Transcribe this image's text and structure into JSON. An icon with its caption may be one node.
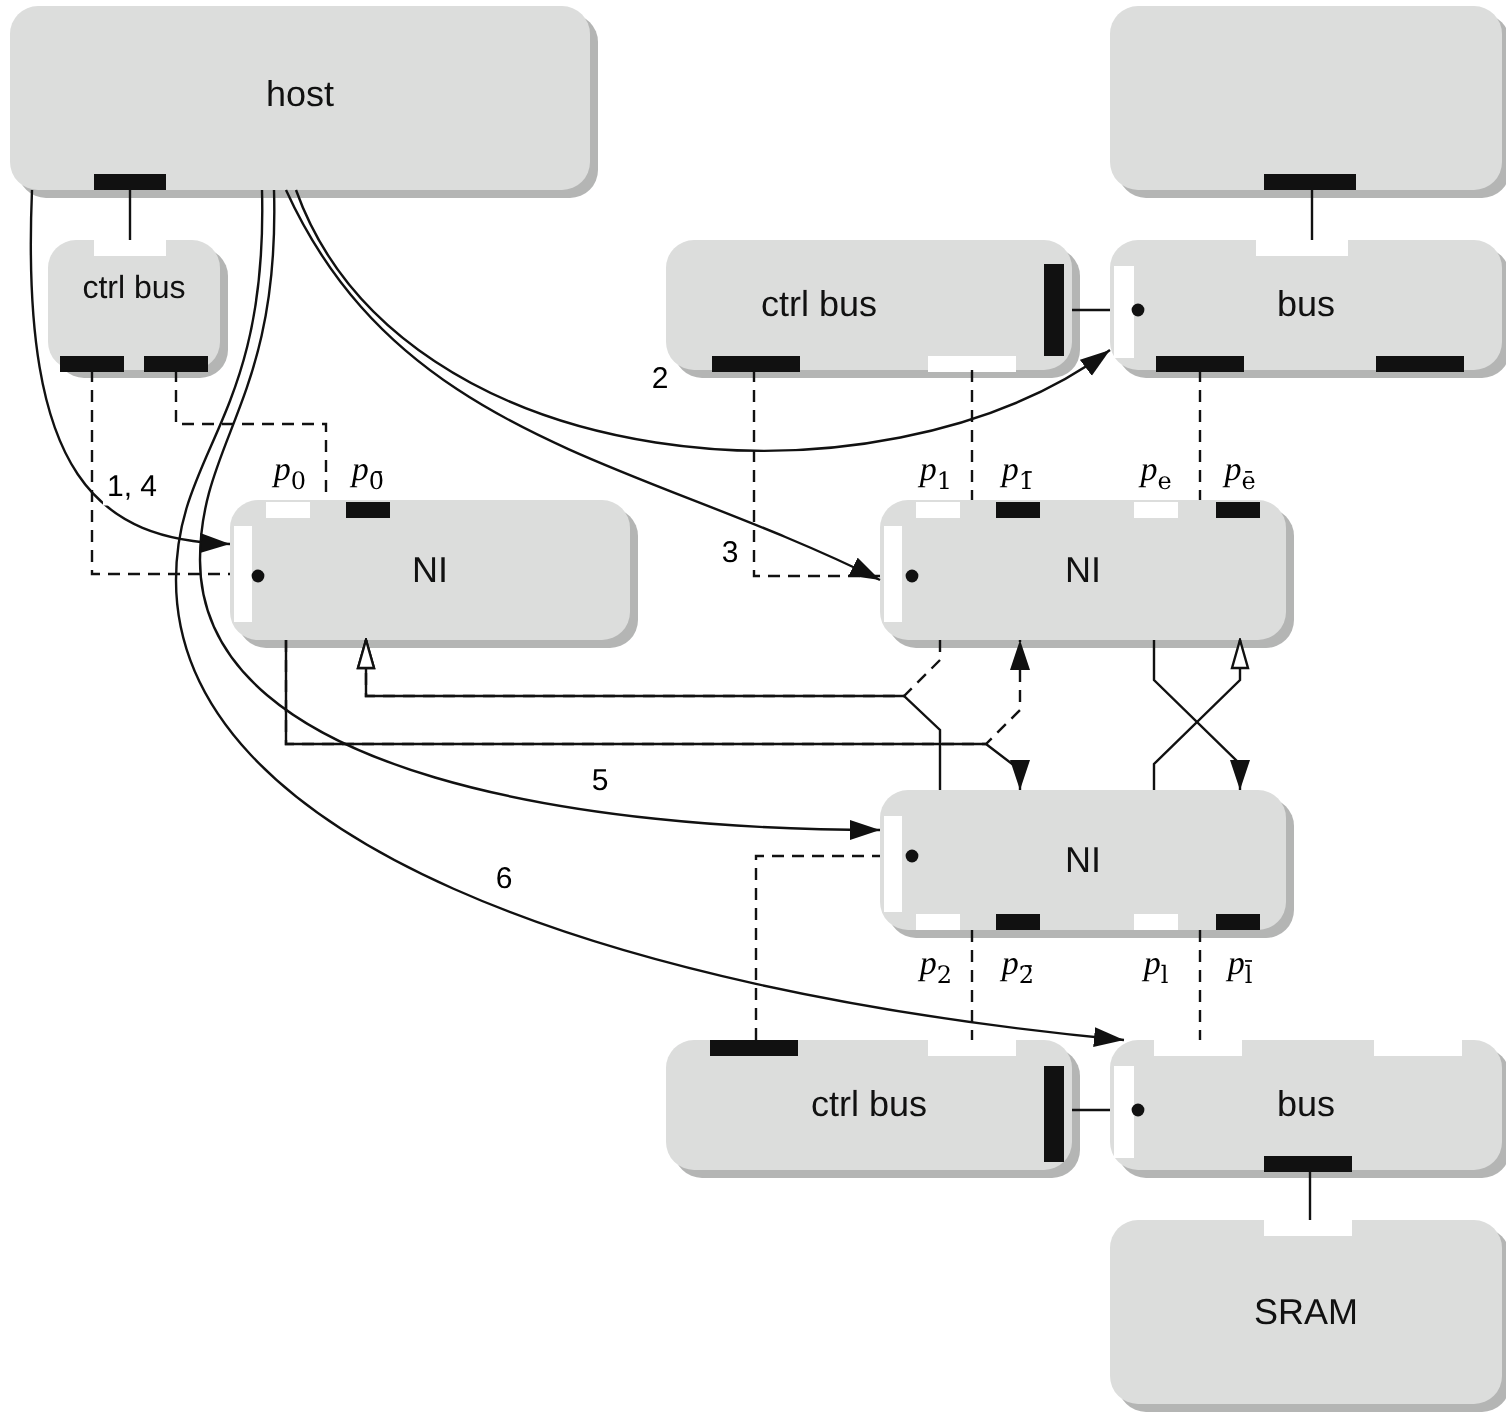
{
  "diagram": {
    "nodes": [
      {
        "text": [
          "host"
        ]
      },
      {
        "text": [],
        "shape": "box"
      },
      {
        "text": [
          "ctrl bus"
        ]
      },
      {
        "text": [
          "ctrl bus"
        ]
      },
      {
        "text": [
          "bus"
        ]
      },
      {
        "text": [
          "NI"
        ]
      },
      {
        "text": [
          "NI"
        ]
      },
      {
        "text": [
          "NI"
        ]
      },
      {
        "text": [
          "ctrl bus"
        ]
      },
      {
        "text": [
          "bus"
        ]
      },
      {
        "text": [
          "SRAM"
        ]
      }
    ],
    "edges": [
      {
        "from": 0,
        "to": 5,
        "arrow": "to",
        "label": "1, 4"
      },
      {
        "from": 0,
        "to": 4,
        "arrow": "to",
        "label": "2"
      },
      {
        "from": 0,
        "to": 6,
        "arrow": "to",
        "label": "3"
      },
      {
        "from": 0,
        "to": 7,
        "arrow": "to",
        "label": "5"
      },
      {
        "from": 0,
        "to": 9,
        "arrow": "to",
        "label": "6"
      },
      {
        "from": 0,
        "to": 2,
        "arrow": "none"
      },
      {
        "from": 1,
        "to": 4,
        "arrow": "none"
      },
      {
        "from": 3,
        "to": 4,
        "arrow": "none"
      },
      {
        "from": 8,
        "to": 9,
        "arrow": "none"
      },
      {
        "from": 9,
        "to": 10,
        "arrow": "none"
      },
      {
        "from": 2,
        "to": 5,
        "arrow": "none",
        "style": "dashed"
      },
      {
        "from": 2,
        "to": 5,
        "arrow": "none",
        "style": "dashed"
      },
      {
        "from": 3,
        "to": 6,
        "arrow": "none",
        "style": "dashed"
      },
      {
        "from": 3,
        "to": 6,
        "arrow": "none",
        "style": "dashed"
      },
      {
        "from": 4,
        "to": 6,
        "arrow": "none",
        "style": "dashed"
      },
      {
        "from": 8,
        "to": 7,
        "arrow": "none",
        "style": "dashed"
      },
      {
        "from": 7,
        "to": 8,
        "arrow": "none",
        "style": "dashed"
      },
      {
        "from": 7,
        "to": 9,
        "arrow": "none",
        "style": "dashed"
      },
      {
        "from": 5,
        "to": 7,
        "arrow": "to"
      },
      {
        "from": 5,
        "to": 6,
        "arrow": "to",
        "style": "dashed"
      },
      {
        "from": 7,
        "to": 5,
        "arrow": "to"
      },
      {
        "from": 6,
        "to": 5,
        "arrow": "to",
        "style": "dashed"
      },
      {
        "from": 6,
        "to": 7,
        "arrow": "to"
      },
      {
        "from": 7,
        "to": 6,
        "arrow": "to"
      }
    ],
    "labels": [
      "*p*$_{0}$",
      "*p*$_{0̄}$",
      "*p*$_{1}$",
      "*p*$_{1̄}$",
      "*p*$_{e}$",
      "*p*$_{ē}$",
      "*p*$_{2}$",
      "*p*$_{2̄}$",
      "*p*$_{l}$",
      "*p*$_{l̄}$"
    ]
  }
}
